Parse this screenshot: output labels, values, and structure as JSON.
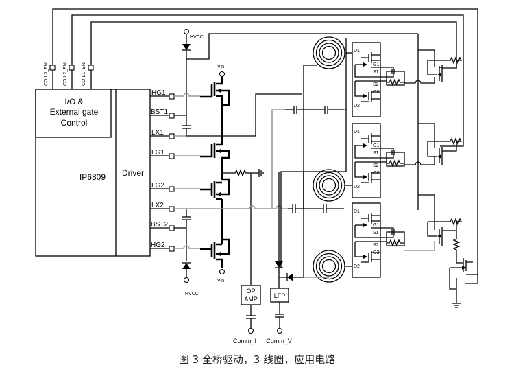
{
  "figure": {
    "caption": "图 3 全桥驱动，3 线圈，应用电路"
  },
  "chip": {
    "name": "IP6809",
    "io_block": [
      "I/O &",
      "External gate",
      "Control"
    ],
    "driver_label": "Driver",
    "enable_pins": [
      "COIL3_EN",
      "COIL2_EN",
      "COIL1_EN"
    ],
    "driver_pins": [
      "HG1",
      "BST1",
      "LX1",
      "LG1",
      "LG2",
      "LX2",
      "BST2",
      "HG2"
    ]
  },
  "supplies": {
    "hvcc": "HVCC",
    "vin": "Vin"
  },
  "coil_switch_labels": [
    "D1",
    "G1",
    "S1",
    "S2",
    "G2",
    "D2"
  ],
  "blocks": {
    "op_amp": [
      "OP",
      "AMP"
    ],
    "lfp": "LFP"
  },
  "outputs": {
    "comm_i": "Comm_I",
    "comm_v": "Comm_V"
  },
  "colors": {
    "wire": "#000000",
    "signal_wire": "#9a9a9a",
    "label_blue": "#1a1a60"
  }
}
